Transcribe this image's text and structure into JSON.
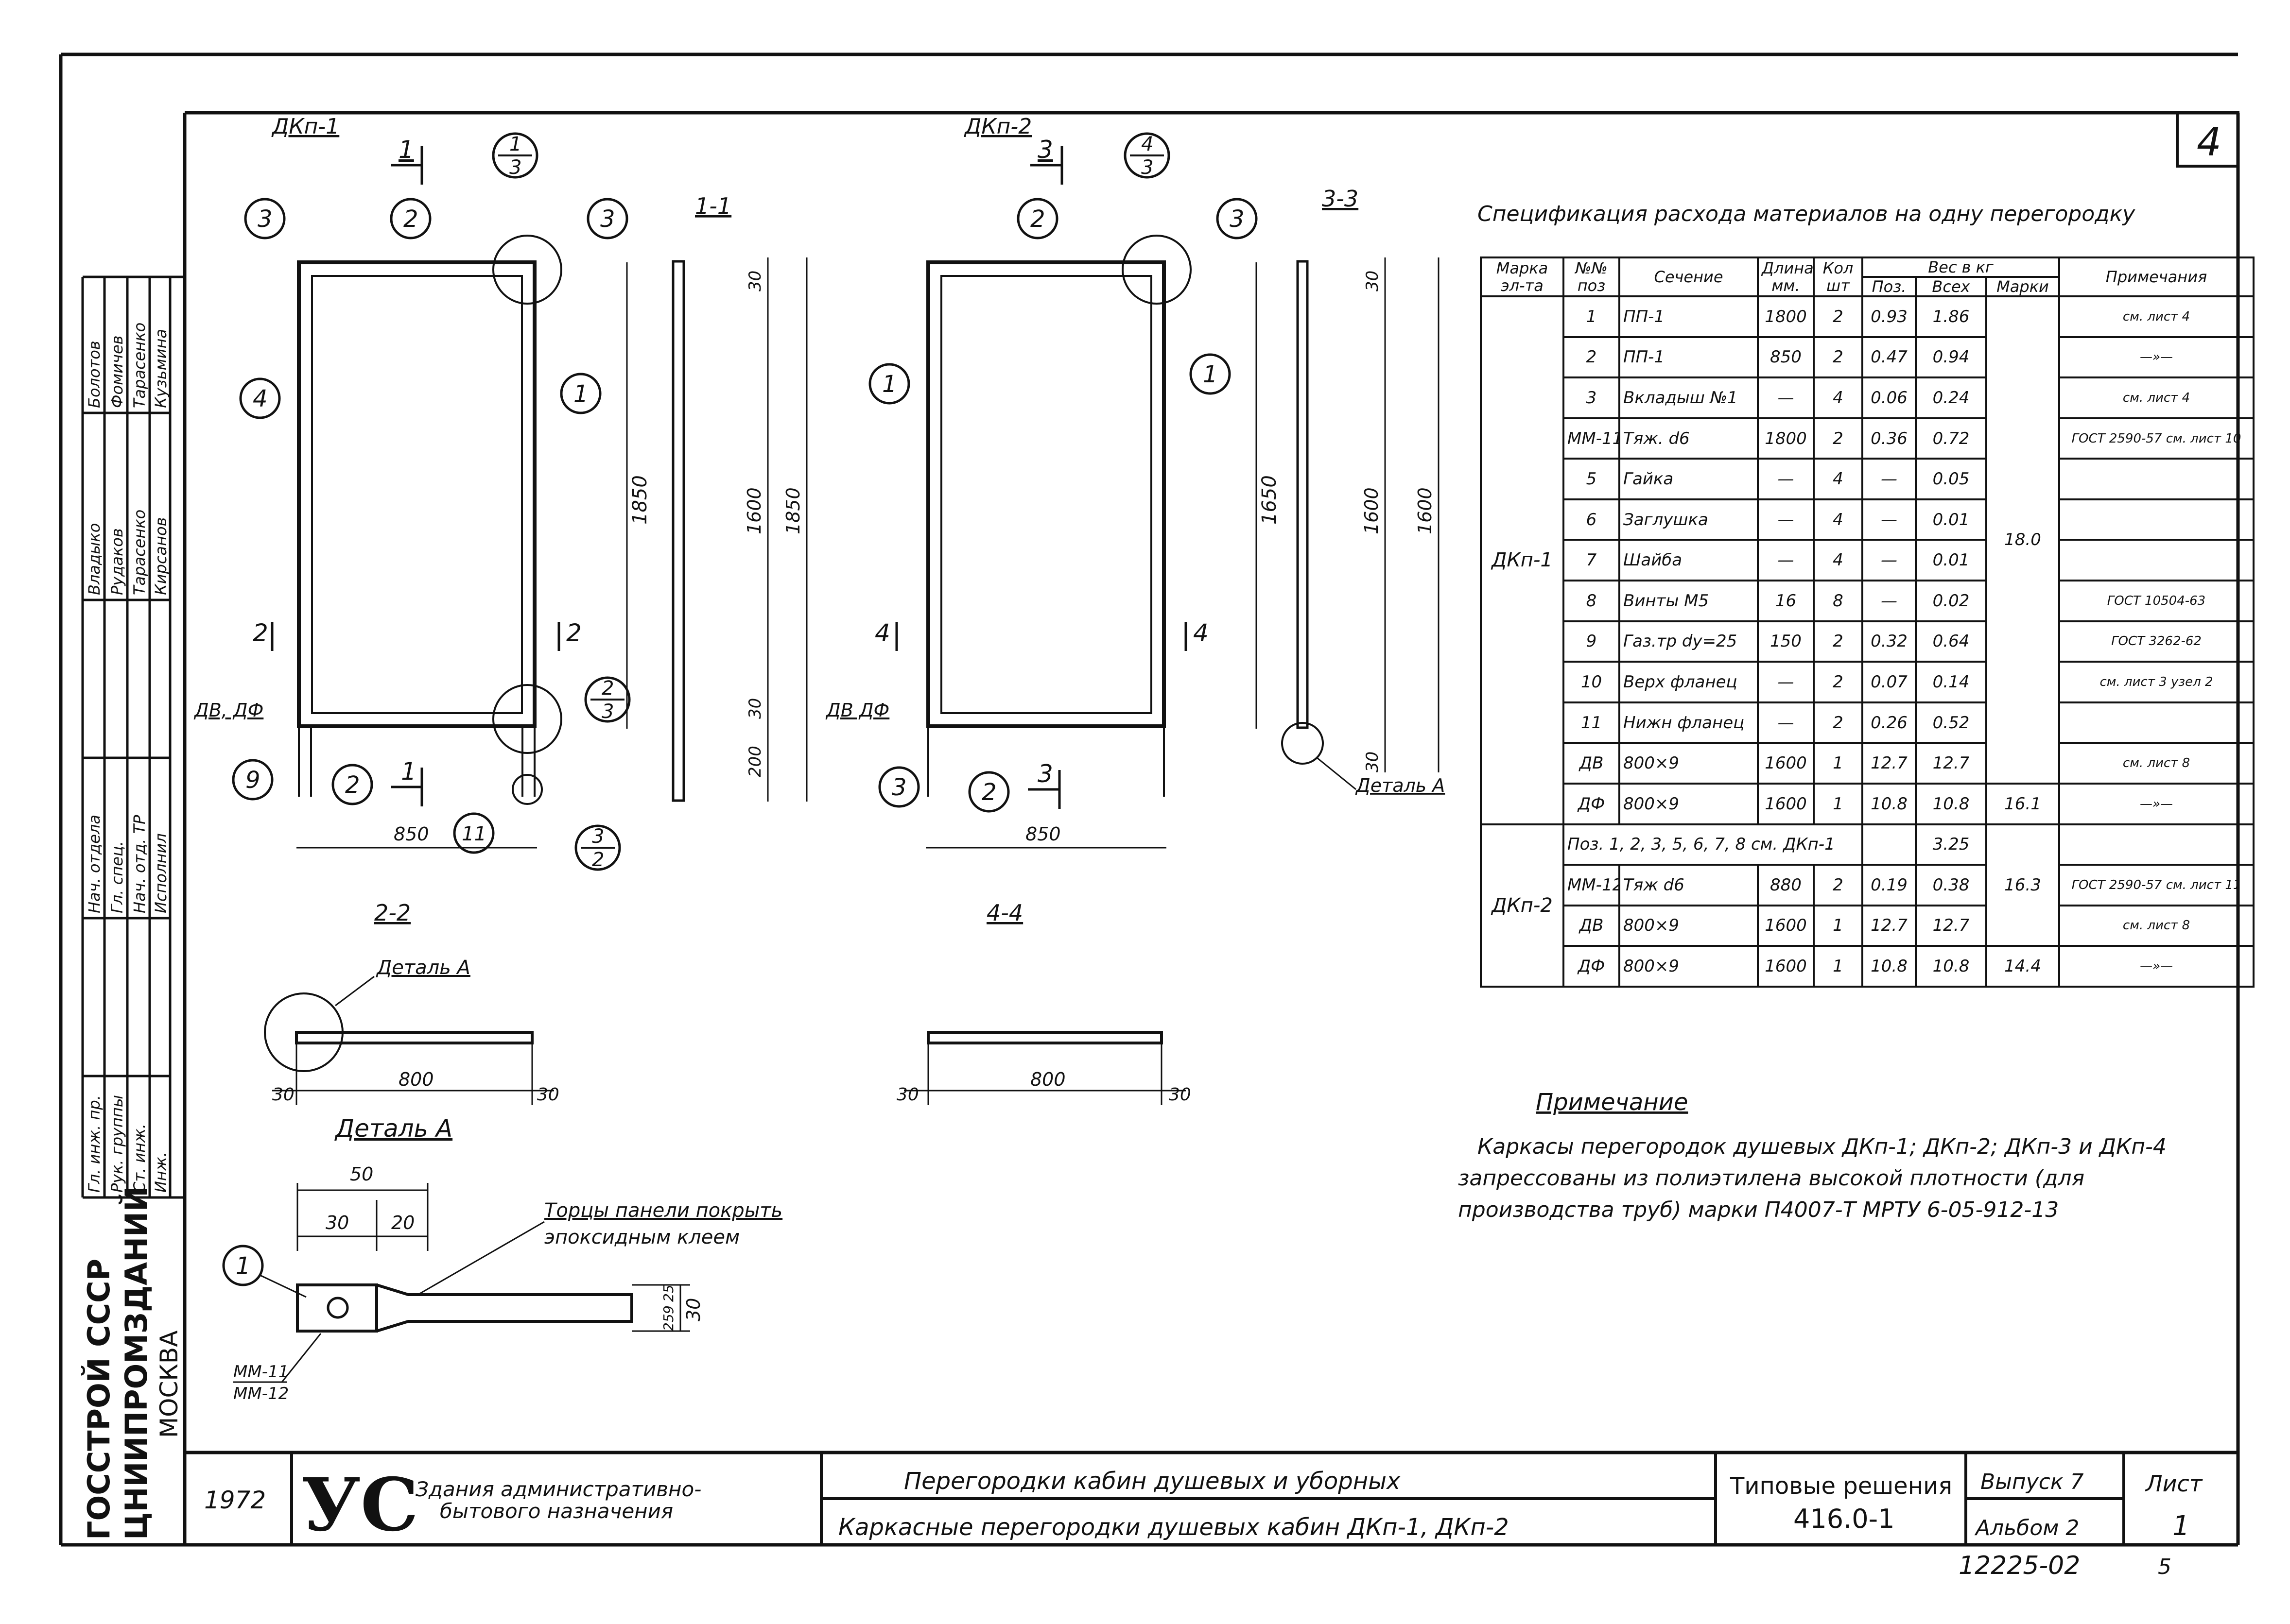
{
  "sheet_number": "4",
  "frame_labels": {
    "dkp1": "ДКп-1",
    "dkp2": "ДКп-2",
    "s11": "1-1",
    "s33": "3-3",
    "s22": "2-2",
    "s44": "4-4",
    "detail_a_title": "Деталь А",
    "detail_a_callout": "Деталь А",
    "dv_df": "ДВ, ДФ",
    "dv_df2": "ДВ ДФ",
    "mm_labels": [
      "ММ-11",
      "ММ-12"
    ],
    "epoxy_note_1": "Торцы панели покрыть",
    "epoxy_note_2": "эпоксидным клеем"
  },
  "markers": {
    "c1": "1",
    "c2": "2",
    "c3": "3",
    "c4": "4",
    "c9": "9",
    "c11": "11",
    "frac_1_3_top": "1",
    "frac_1_3_bot": "3",
    "frac_2_3_top": "2",
    "frac_2_3_bot": "3",
    "frac_3_2_top": "3",
    "frac_3_2_bot": "2",
    "frac_4_3_top": "4",
    "frac_4_3_bot": "3",
    "cut1": "1",
    "cut2": "2",
    "cut3": "3",
    "cut4": "4"
  },
  "dims": {
    "w850": "850",
    "h1850": "1850",
    "h1650": "1650",
    "h1600": "1600",
    "h30": "30",
    "h200": "200",
    "w800": "800",
    "w30": "30",
    "d50": "50",
    "d20": "20",
    "d25": "25",
    "d9": "9"
  },
  "spec": {
    "title": "Спецификация расхода материалов на одну перегородку",
    "headers": {
      "mark": "Марка эл-та",
      "pos": "№№ поз",
      "section": "Сечение",
      "length": "Длина мм.",
      "qty": "Кол шт",
      "weight": "Вес в кг",
      "w_pos": "Поз.",
      "w_all": "Всех",
      "w_mark": "Марки",
      "note": "Примечания"
    },
    "mark_dkp1": "ДКп-1",
    "mark_dkp2": "ДКп-2",
    "rows1": [
      {
        "pos": "1",
        "section": "ПП-1",
        "length": "1800",
        "qty": "2",
        "wpos": "0.93",
        "wall": "1.86",
        "note": "см. лист 4"
      },
      {
        "pos": "2",
        "section": "ПП-1",
        "length": "850",
        "qty": "2",
        "wpos": "0.47",
        "wall": "0.94",
        "note": "—»—"
      },
      {
        "pos": "3",
        "section": "Вкладыш №1",
        "length": "—",
        "qty": "4",
        "wpos": "0.06",
        "wall": "0.24",
        "note": "см. лист 4"
      },
      {
        "pos": "ММ-11",
        "section": "Тяж. d6",
        "length": "1800",
        "qty": "2",
        "wpos": "0.36",
        "wall": "0.72",
        "note": "ГОСТ 2590-57 см. лист 10"
      },
      {
        "pos": "5",
        "section": "Гайка",
        "length": "—",
        "qty": "4",
        "wpos": "—",
        "wall": "0.05",
        "note": ""
      },
      {
        "pos": "6",
        "section": "Заглушка",
        "length": "—",
        "qty": "4",
        "wpos": "—",
        "wall": "0.01",
        "note": ""
      },
      {
        "pos": "7",
        "section": "Шайба",
        "length": "—",
        "qty": "4",
        "wpos": "—",
        "wall": "0.01",
        "note": ""
      },
      {
        "pos": "8",
        "section": "Винты М5",
        "length": "16",
        "qty": "8",
        "wpos": "—",
        "wall": "0.02",
        "note": "ГОСТ 10504-63"
      },
      {
        "pos": "9",
        "section": "Газ.тр dу=25",
        "length": "150",
        "qty": "2",
        "wpos": "0.32",
        "wall": "0.64",
        "note": "ГОСТ 3262-62"
      },
      {
        "pos": "10",
        "section": "Верх фланец",
        "length": "—",
        "qty": "2",
        "wpos": "0.07",
        "wall": "0.14",
        "note": "см. лист 3 узел 2"
      },
      {
        "pos": "11",
        "section": "Нижн фланец",
        "length": "—",
        "qty": "2",
        "wpos": "0.26",
        "wall": "0.52",
        "note": ""
      },
      {
        "pos": "ДВ",
        "section": "800×9",
        "length": "1600",
        "qty": "1",
        "wpos": "12.7",
        "wall": "12.7",
        "note": "см. лист 8"
      },
      {
        "pos": "ДФ",
        "section": "800×9",
        "length": "1600",
        "qty": "1",
        "wpos": "10.8",
        "wall": "10.8",
        "note": "—»—"
      }
    ],
    "mark_weight1": "18.0",
    "mark_weight1b": "16.1",
    "row2_first": {
      "text": "Поз. 1, 2, 3, 5, 6, 7, 8 см. ДКп-1",
      "wall": "3.25"
    },
    "rows2": [
      {
        "pos": "ММ-12",
        "section": "Тяж d6",
        "length": "880",
        "qty": "2",
        "wpos": "0.19",
        "wall": "0.38",
        "note": "ГОСТ 2590-57 см. лист 11"
      },
      {
        "pos": "ДВ",
        "section": "800×9",
        "length": "1600",
        "qty": "1",
        "wpos": "12.7",
        "wall": "12.7",
        "note": "см. лист 8"
      },
      {
        "pos": "ДФ",
        "section": "800×9",
        "length": "1600",
        "qty": "1",
        "wpos": "10.8",
        "wall": "10.8",
        "note": "—»—"
      }
    ],
    "mark_weight2": "16.3",
    "mark_weight2b": "14.4"
  },
  "note": {
    "title": "Примечание",
    "lines": [
      "Каркасы перегородок душевых ДКп-1; ДКп-2; ДКп-3 и ДКп-4",
      "запрессованы из полиэтилена высокой плотности (для",
      "производства труб) марки П4007-Т МРТУ 6-05-912-13"
    ]
  },
  "left_strip": {
    "org1": "ГОССТРОЙ СССР",
    "org2": "ЦНИИПРОМЗДАНИЙ",
    "city": "МОСКВА",
    "roles": [
      "Гл. инж. пр.",
      "Рук. группы",
      "Ст. инж.",
      "Инж.",
      "Нач. отдела",
      "Гл. спец.",
      "Нач. отд. ТР",
      "Исполнил"
    ],
    "names": [
      "Владыко",
      "Рудаков",
      "Тарасенко",
      "Кирсанов",
      "Болотов",
      "Фомичев",
      "Тарасенко",
      "Кузьмина"
    ]
  },
  "title_block": {
    "year": "1972",
    "logo": "УС",
    "series_1": "Здания административно-",
    "series_2": "бытового назначения",
    "title_1": "Перегородки кабин душевых и уборных",
    "title_2": "Каркасные перегородки душевых кабин ДКп-1, ДКп-2",
    "typical": "Типовые решения",
    "code": "416.0-1",
    "issue": "Выпуск 7",
    "album": "Альбом 2",
    "sheet_label": "Лист",
    "sheet": "1",
    "inventory": "12225-02",
    "corner": "5"
  }
}
